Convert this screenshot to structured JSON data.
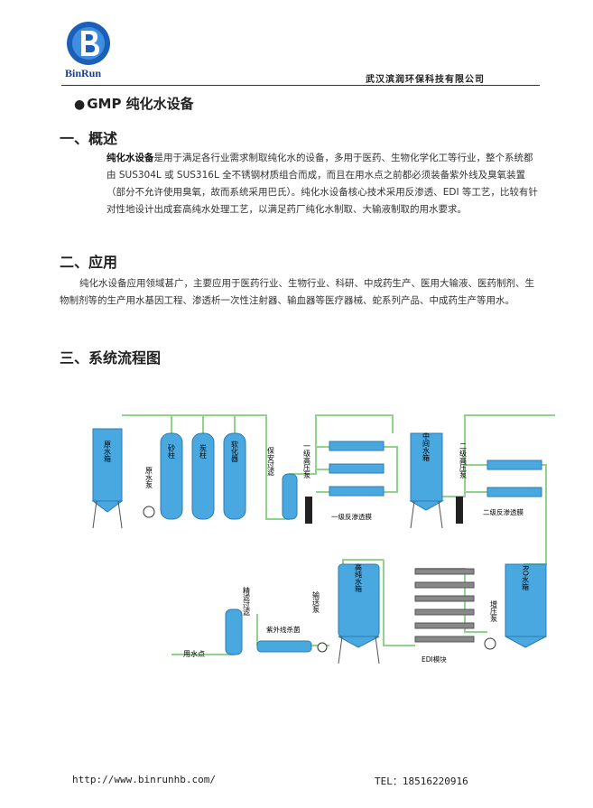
{
  "header": {
    "logo_text": "BinRun",
    "company": "武汉滨润环保科技有限公司"
  },
  "product": {
    "bullet": "●",
    "title": "GMP 纯化水设备"
  },
  "sections": {
    "overview_title": "一、概述",
    "overview_lead": "纯化水设备",
    "overview_text": "是用于满足各行业需求制取纯化水的设备，多用于医药、生物化学化工等行业，整个系统都由 SUS304L 或 SUS316L 全不锈钢材质组合而成，而且在用水点之前都必须装备紫外线及臭氧装置（部分不允许使用臭氧，故而系统采用巴氏）。纯化水设备核心技术采用反渗透、EDI 等工艺，比较有针对性地设计出成套高纯水处理工艺，以满足药厂纯化水制取、大输液制取的用水要求。",
    "application_title": "二、应用",
    "application_text": "纯化水设备应用领域甚广，主要应用于医药行业、生物行业、科研、中成药生产、医用大输液、医药制剂、生物制剂等的生产用水基因工程、渗透析一次性注射器、输血器等医疗器械、蛇系列产品、中成药生产等用水。",
    "flow_title": "三、系统流程图"
  },
  "flow_labels": {
    "raw_tank": "原水箱",
    "raw_pump": "原水泵",
    "sand": "砂柱",
    "carbon": "炭柱",
    "softener": "软化器",
    "security_filter": "保安过滤",
    "hp_pump1": "一级高压泵",
    "ro1": "一级反渗透膜",
    "mid_tank": "中间水箱",
    "hp_pump2": "二级高压泵",
    "ro2": "二级反渗透膜",
    "ro_tank": "RO水箱",
    "boost_pump": "增压泵",
    "edi": "EDI模块",
    "pure_tank": "高纯水箱",
    "delivery_pump": "输送泵",
    "uv": "紫外线杀菌",
    "fine_filter": "精滤过滤",
    "use_point": "用水点"
  },
  "colors": {
    "tank": "#4aa8e0",
    "pipe": "#8fd48a",
    "pump": "#222222",
    "logo_blue": "#1b5fb8"
  },
  "footer": {
    "url": "http://www.binrunhb.com/",
    "tel": "TEL：18516220916"
  }
}
